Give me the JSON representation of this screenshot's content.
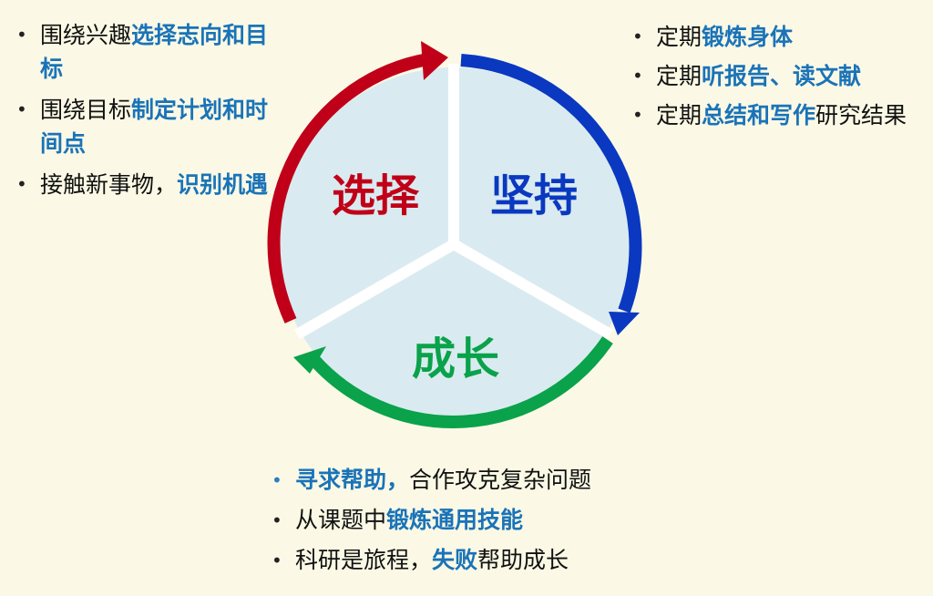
{
  "colors": {
    "background": "#fbf9e5",
    "disc": "#d9ebf0",
    "highlight": "#1a73b8",
    "select": "#c00018",
    "persist": "#0a38c0",
    "grow": "#0aa24a"
  },
  "segments": {
    "select": "选择",
    "persist": "坚持",
    "grow": "成长"
  },
  "top_left": [
    {
      "plain": "围绕兴趣",
      "bold": "选择志向和目标",
      "after": ""
    },
    {
      "plain": "围绕目标",
      "bold": "制定计划和时间点",
      "after": ""
    },
    {
      "plain": "接触新事物，",
      "bold": "识别机遇",
      "after": ""
    }
  ],
  "top_right": [
    {
      "plain": "定期",
      "bold": "锻炼身体",
      "after": ""
    },
    {
      "plain": "定期",
      "bold": "听报告、读文献",
      "after": ""
    },
    {
      "plain": "定期",
      "bold": "总结和写作",
      "after": "研究结果"
    }
  ],
  "bottom": [
    {
      "plain": "",
      "bold": "寻求帮助，",
      "after": "合作攻克复杂问题"
    },
    {
      "plain": "从课题中",
      "bold": "锻炼通用技能",
      "after": ""
    },
    {
      "plain": "科研是旅程，",
      "bold": "失败",
      "after": "帮助成长"
    }
  ]
}
